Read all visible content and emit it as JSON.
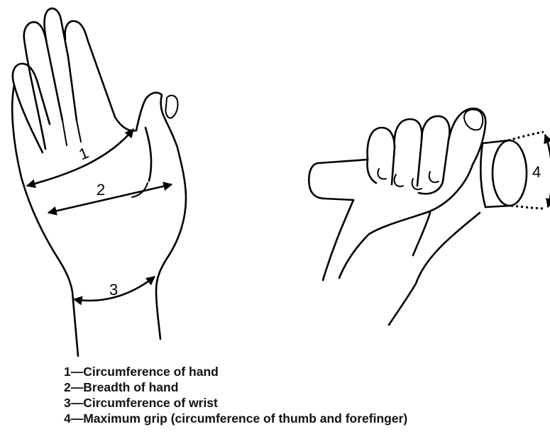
{
  "diagram": {
    "labels": {
      "hand_circumference_num": "1",
      "hand_breadth_num": "2",
      "wrist_circumference_num": "3",
      "max_grip_num": "4"
    },
    "legend": [
      "1—Circumference of hand",
      "2—Breadth of hand",
      "3—Circumference of wrist",
      "4—Maximum grip (circumference of thumb and forefinger)"
    ]
  }
}
